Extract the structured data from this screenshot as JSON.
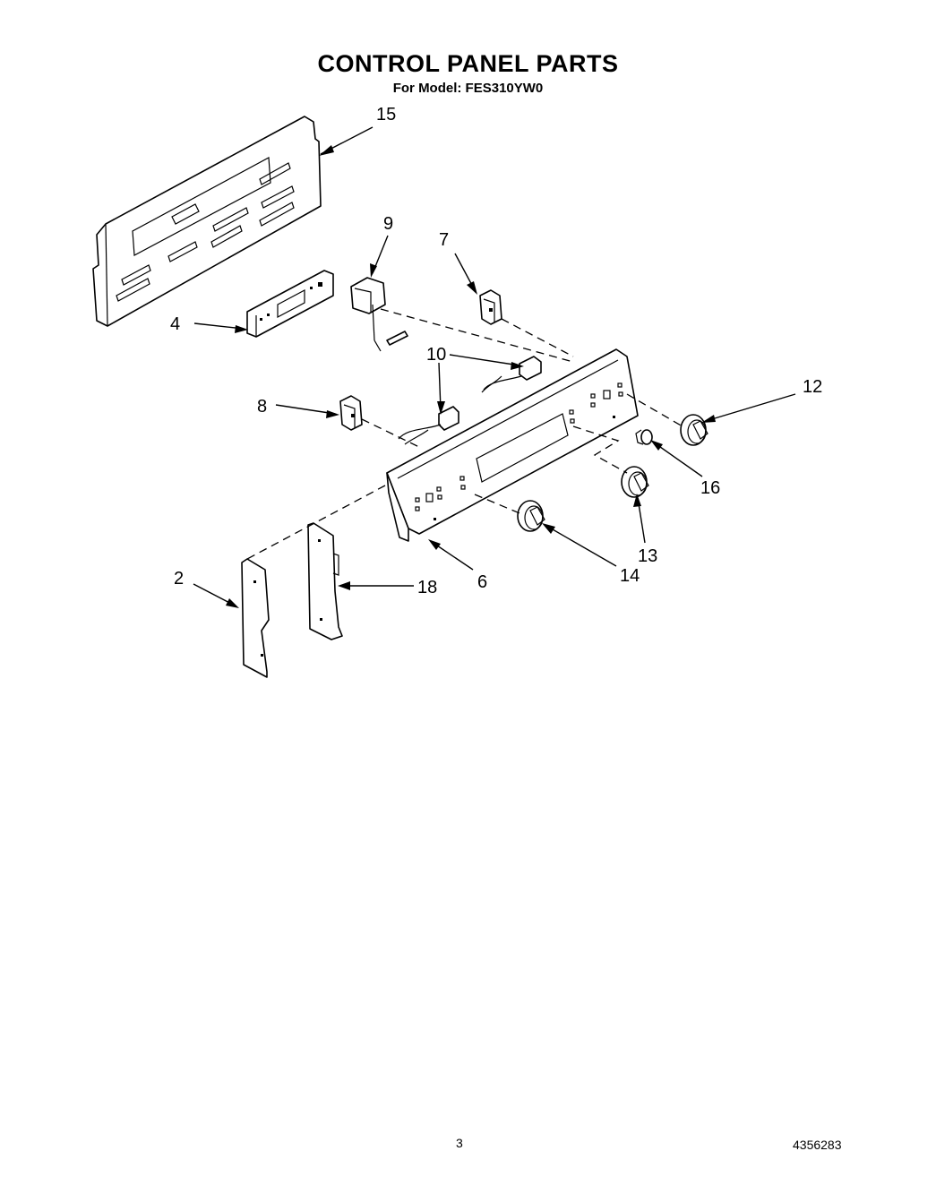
{
  "header": {
    "title": "CONTROL PANEL PARTS",
    "subtitle": "For Model: FES310YW0"
  },
  "callouts": [
    {
      "id": "15",
      "label": "15"
    },
    {
      "id": "9",
      "label": "9"
    },
    {
      "id": "7",
      "label": "7"
    },
    {
      "id": "4",
      "label": "4"
    },
    {
      "id": "10",
      "label": "10"
    },
    {
      "id": "12",
      "label": "12"
    },
    {
      "id": "8",
      "label": "8"
    },
    {
      "id": "16",
      "label": "16"
    },
    {
      "id": "13",
      "label": "13"
    },
    {
      "id": "14",
      "label": "14"
    },
    {
      "id": "6",
      "label": "6"
    },
    {
      "id": "2",
      "label": "2"
    },
    {
      "id": "18",
      "label": "18"
    }
  ],
  "footer": {
    "page_number": "3",
    "document_number": "4356283"
  }
}
